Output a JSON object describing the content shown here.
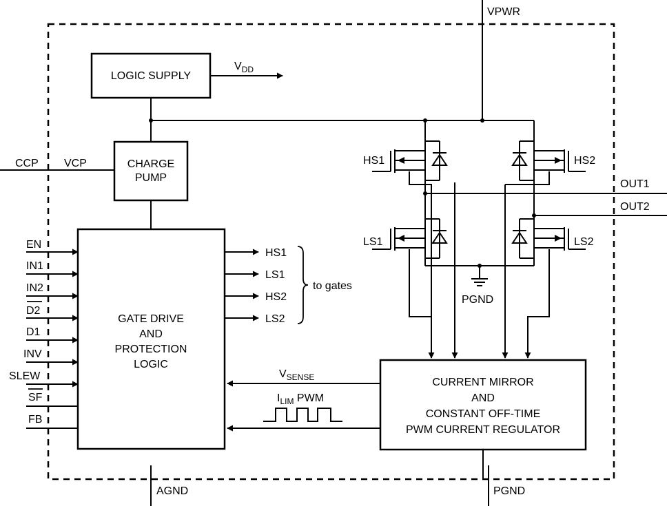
{
  "blocks": {
    "logic_supply": "LOGIC SUPPLY",
    "charge_pump": [
      "CHARGE",
      "PUMP"
    ],
    "gate_drive": [
      "GATE DRIVE",
      "AND",
      "PROTECTION",
      "LOGIC"
    ],
    "current_mirror": [
      "CURRENT MIRROR",
      "AND",
      "CONSTANT OFF-TIME",
      "PWM CURRENT REGULATOR"
    ]
  },
  "power": {
    "vpwr": "VPWR",
    "vdd_main": "V",
    "vdd_sub": "DD",
    "pgnd_internal": "PGND",
    "pgnd_pin": "PGND",
    "agnd_pin": "AGND"
  },
  "pins_left": {
    "ccp": "CCP",
    "vcp": "VCP",
    "inputs": [
      "EN",
      "IN1",
      "IN2",
      "D2",
      "D1",
      "INV",
      "SLEW",
      "SF",
      "FB"
    ]
  },
  "pins_right": {
    "out1": "OUT1",
    "out2": "OUT2"
  },
  "gate_outputs": [
    "HS1",
    "LS1",
    "HS2",
    "LS2"
  ],
  "to_gates": "to gates",
  "fets": {
    "hs1": "HS1",
    "hs2": "HS2",
    "ls1": "LS1",
    "ls2": "LS2"
  },
  "signals": {
    "vsense_main": "V",
    "vsense_sub": "SENSE",
    "ilim_main": "I",
    "ilim_sub": "LIM",
    "ilim_rest": " PWM"
  }
}
